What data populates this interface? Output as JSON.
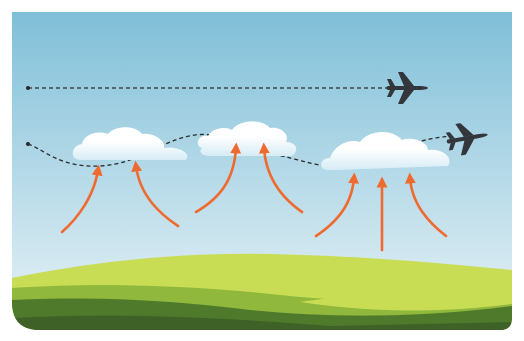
{
  "scene": {
    "description_free": true,
    "icons": [
      "airplane-icon",
      "airplane-icon"
    ],
    "colors": {
      "sky_top": "#7fbfd8",
      "sky_bottom": "#e9f3f7",
      "cloud": "#ffffff",
      "cloud_shade": "#d6ecf6",
      "arrow": "#ef6a2e",
      "plane": "#33363a",
      "path": "#2b2b2b",
      "hill_light": "#c8dc54",
      "hill_mid": "#8fb83c",
      "hill_dark": "#4f7a2c",
      "hill_darkest": "#3e6127"
    },
    "flight_paths": [
      {
        "name": "level-flight",
        "style": "dashed-straight"
      },
      {
        "name": "turbulent-flight",
        "style": "dashed-wavy"
      }
    ],
    "thermal_groups": [
      {
        "name": "cloud-left",
        "arrow_count": 2
      },
      {
        "name": "cloud-middle",
        "arrow_count": 2
      },
      {
        "name": "cloud-right",
        "arrow_count": 3
      }
    ]
  }
}
